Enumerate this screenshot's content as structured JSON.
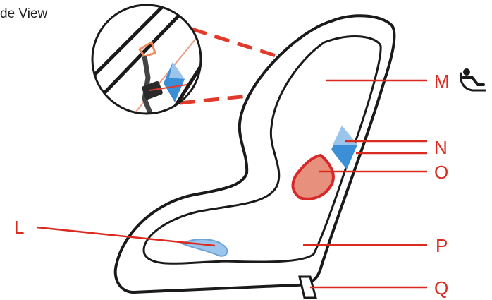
{
  "title": "de View",
  "callouts": [
    {
      "id": "M",
      "label": "M"
    },
    {
      "id": "N",
      "label": "N"
    },
    {
      "id": "O",
      "label": "O"
    },
    {
      "id": "P",
      "label": "P"
    },
    {
      "id": "Q",
      "label": "Q"
    },
    {
      "id": "L",
      "label": "L"
    }
  ],
  "icons": [
    "isofix-seat-icon"
  ],
  "colors": {
    "callout_red": "#d92b1f",
    "outline": "#1a1a1a",
    "blue_panel": "#3b8fd6",
    "light_blue": "#9cc5ec",
    "pink_fill": "#e8907e",
    "zoom_line": "#e23a2a",
    "loop_orange": "#f08a5d"
  }
}
